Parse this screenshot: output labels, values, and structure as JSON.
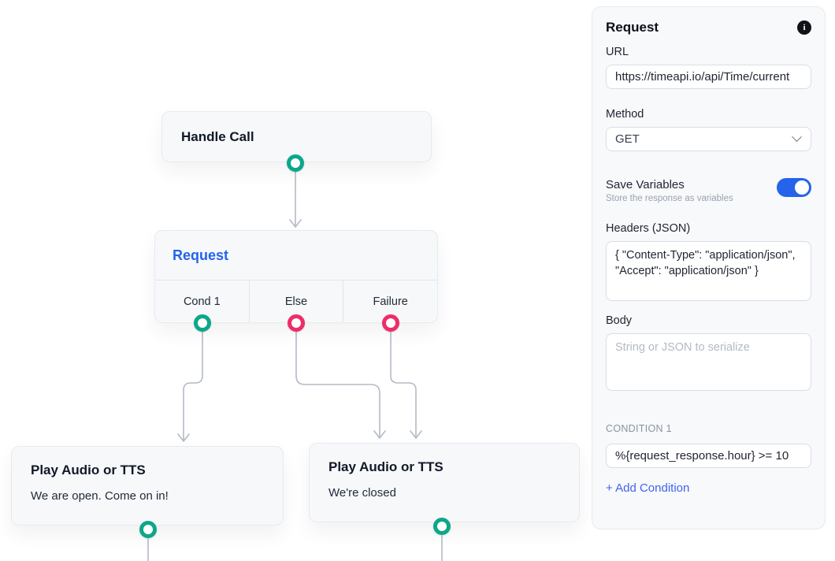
{
  "colors": {
    "accent_blue": "#2563eb",
    "link_blue": "#4361ee",
    "port_teal": "#0ca78b",
    "port_pink": "#ee2d69",
    "edge_gray": "#b4bac6"
  },
  "canvas": {
    "nodes": {
      "handle_call": {
        "title": "Handle Call"
      },
      "request": {
        "title": "Request",
        "branches": [
          {
            "label": "Cond 1",
            "port_color": "#0ca78b"
          },
          {
            "label": "Else",
            "port_color": "#ee2d69"
          },
          {
            "label": "Failure",
            "port_color": "#ee2d69"
          }
        ]
      },
      "play_open": {
        "title": "Play Audio or TTS",
        "subtitle": "We are open. Come on in!"
      },
      "play_closed": {
        "title": "Play Audio or TTS",
        "subtitle": "We're closed"
      }
    },
    "edges": [
      {
        "from": "handle_call",
        "to": "request"
      },
      {
        "from": "request.cond1",
        "to": "play_open"
      },
      {
        "from": "request.else",
        "to": "play_closed"
      },
      {
        "from": "request.failure",
        "to": "play_closed"
      }
    ]
  },
  "panel": {
    "title": "Request",
    "info_icon": "i",
    "url": {
      "label": "URL",
      "value": "https://timeapi.io/api/Time/current"
    },
    "method": {
      "label": "Method",
      "value": "GET"
    },
    "save_variables": {
      "label": "Save Variables",
      "description": "Store the response as variables",
      "enabled": true
    },
    "headers": {
      "label": "Headers (JSON)",
      "value": "{ \"Content-Type\": \"application/json\", \"Accept\": \"application/json\" }"
    },
    "body": {
      "label": "Body",
      "value": "",
      "placeholder": "String or JSON to serialize"
    },
    "condition": {
      "label": "CONDITION 1",
      "value": "%{request_response.hour} >= 10"
    },
    "add_condition_label": "+ Add Condition"
  }
}
